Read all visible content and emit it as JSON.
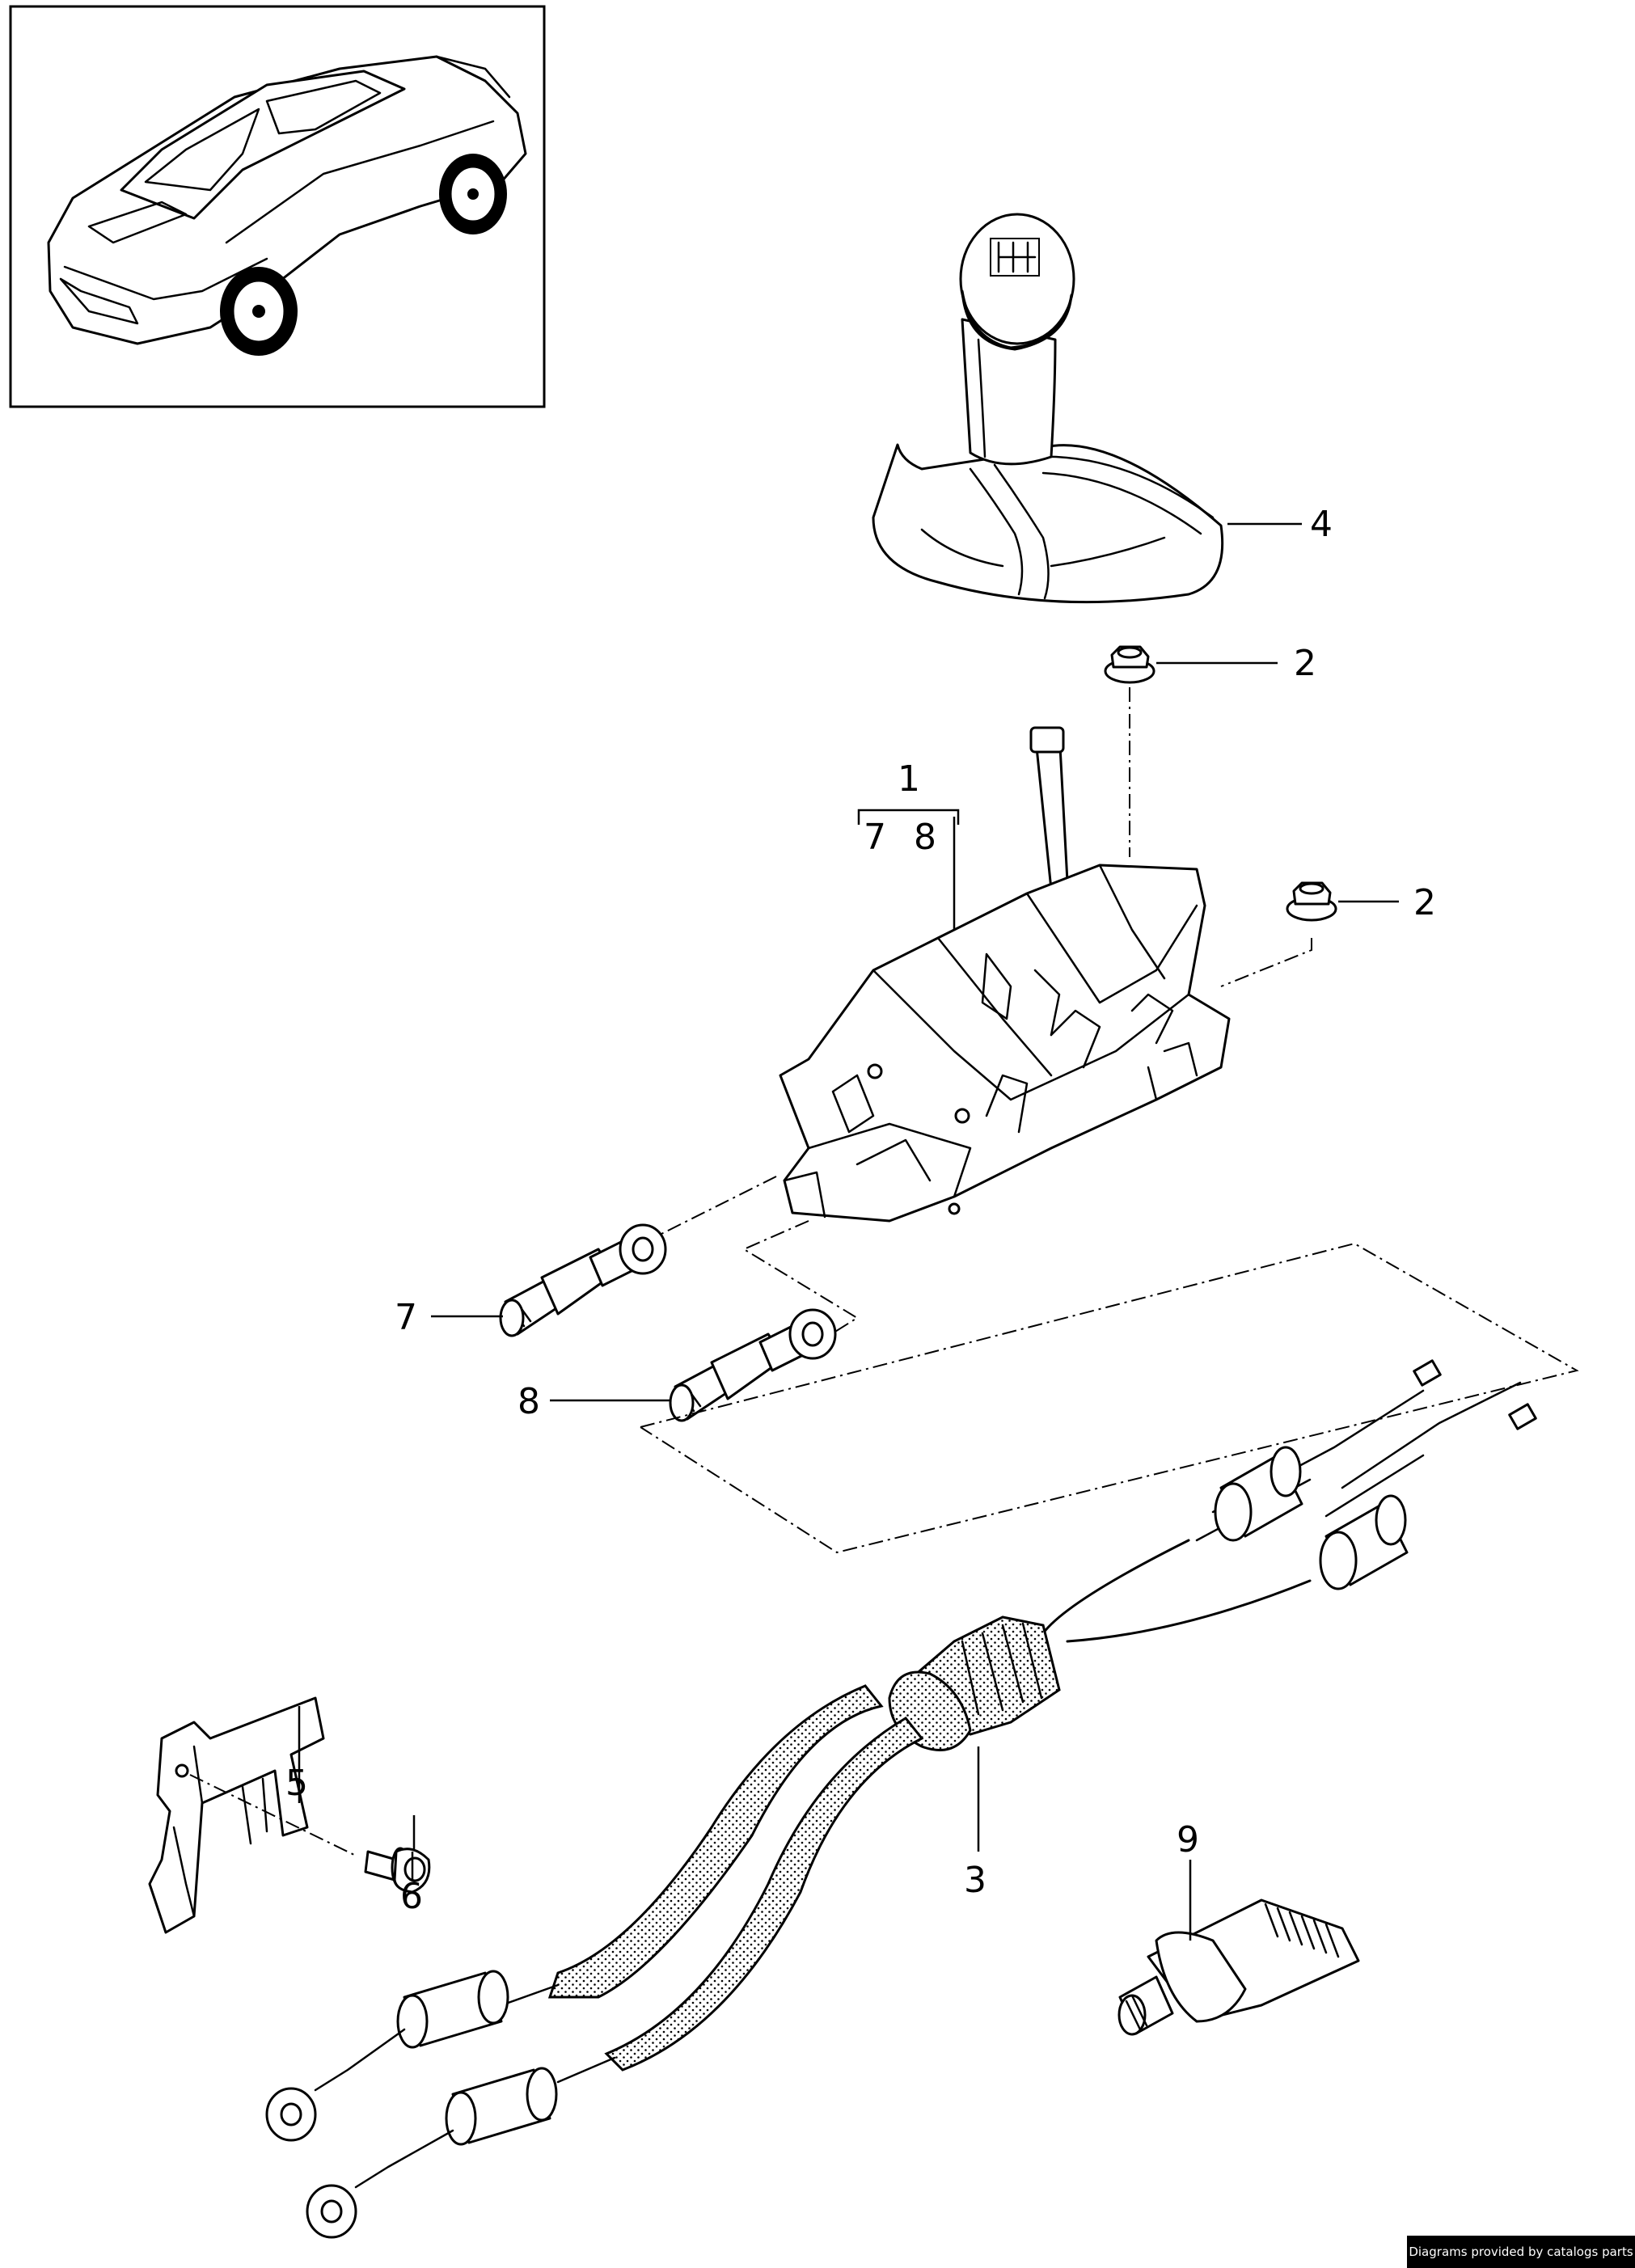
{
  "callouts": {
    "c1": "1",
    "c1_sub_a": "7",
    "c1_sub_b": "8",
    "c2_top": "2",
    "c2_right": "2",
    "c3": "3",
    "c4": "4",
    "c5": "5",
    "c6": "6",
    "c7": "7",
    "c8": "8",
    "c9": "9"
  },
  "footer": {
    "credit": "Diagrams provided by catalogs parts"
  },
  "icons": {
    "overview": "car-overview-icon",
    "knob": "gear-knob-icon",
    "boot": "shift-boot-icon",
    "nut": "flange-nut-icon",
    "housing": "shifter-housing-icon",
    "bushing": "cable-bushing-icon",
    "cables": "shift-cables-icon",
    "bracket": "cable-bracket-icon",
    "bolt": "bolt-icon",
    "grease": "grease-tube-icon"
  }
}
